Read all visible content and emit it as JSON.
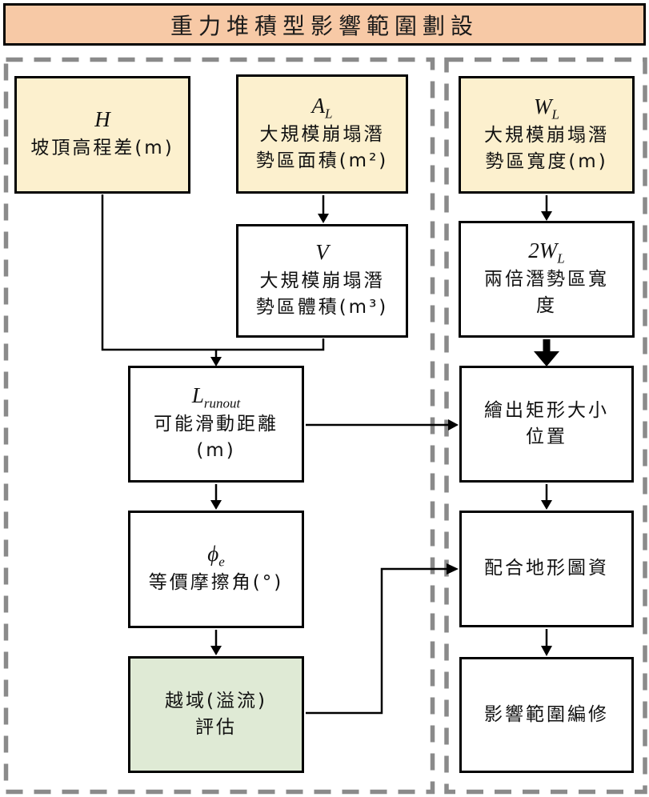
{
  "title": "重力堆積型影響範圍劃設",
  "colors": {
    "title_fill": "#F7C9A6",
    "input_box_fill": "#FCF0CE",
    "result_box_fill": "#DFEAD5",
    "process_box_fill": "#FFFFFF",
    "box_border": "#000000",
    "dashed_region_border": "#8A8A8A",
    "connector": "#000000"
  },
  "boxes": {
    "h": {
      "symbol": "H",
      "sub": "",
      "label": "坡頂高程差(m)"
    },
    "al": {
      "symbol": "A",
      "sub": "L",
      "label": "大規模崩塌潛\n勢區面積(m²)"
    },
    "wl": {
      "symbol": "W",
      "sub": "L",
      "label": "大規模崩塌潛\n勢區寬度(m)"
    },
    "v": {
      "symbol": "V",
      "sub": "",
      "label": "大規模崩塌潛\n勢區體積(m³)"
    },
    "wl2": {
      "symbol": "2W",
      "sub": "L",
      "label": "兩倍潛勢區寬\n度"
    },
    "lrunout": {
      "symbol": "L",
      "sub": "runout",
      "label": "可能滑動距離\n(m)"
    },
    "phie": {
      "symbol": "ϕ",
      "sub": "e",
      "label": "等價摩擦角(°)"
    },
    "overflow": {
      "label": "越域(溢流)\n評估"
    },
    "rect": {
      "label": "繪出矩形大小\n位置"
    },
    "terrain": {
      "label": "配合地形圖資"
    },
    "edit": {
      "label": "影響範圍編修"
    }
  }
}
